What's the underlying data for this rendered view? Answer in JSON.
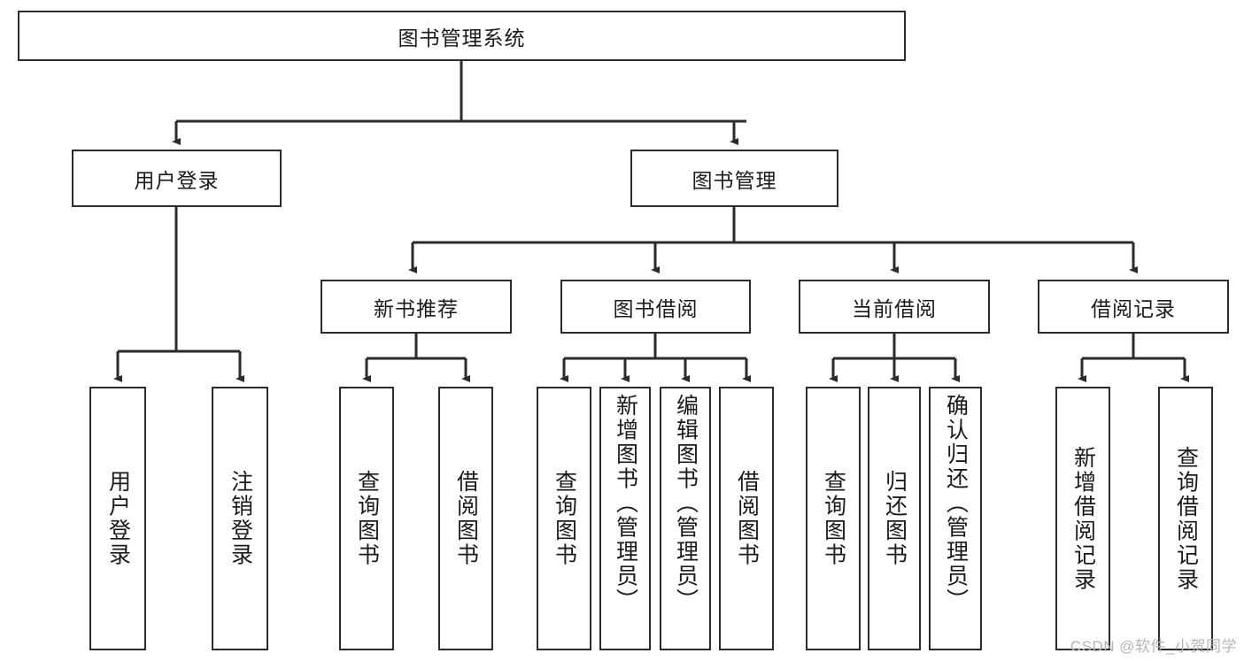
{
  "diagram": {
    "type": "tree",
    "title": "图书管理系统",
    "watermark": "CSDN @软件_小贺同学",
    "colors": {
      "box_border": "#2b2b2b",
      "box_fill": "#ffffff",
      "line": "#2b2b2b",
      "text": "#1a1a1a",
      "watermark": "#b6b6b6"
    },
    "levels": {
      "root": {
        "label": "图书管理系统"
      },
      "level2": [
        {
          "label": "用户登录"
        },
        {
          "label": "图书管理"
        }
      ],
      "level3": [
        {
          "label": "新书推荐"
        },
        {
          "label": "图书借阅"
        },
        {
          "label": "当前借阅"
        },
        {
          "label": "借阅记录"
        }
      ],
      "leaves": [
        {
          "label": "用户登录",
          "parent": "用户登录"
        },
        {
          "label": "注销登录",
          "parent": "用户登录"
        },
        {
          "label": "查询图书",
          "parent": "新书推荐"
        },
        {
          "label": "借阅图书",
          "parent": "新书推荐"
        },
        {
          "label": "查询图书",
          "parent": "图书借阅"
        },
        {
          "label": "新增图书（管理员）",
          "parent": "图书借阅"
        },
        {
          "label": "编辑图书（管理员）",
          "parent": "图书借阅"
        },
        {
          "label": "借阅图书",
          "parent": "图书借阅"
        },
        {
          "label": "查询图书",
          "parent": "当前借阅"
        },
        {
          "label": "归还图书",
          "parent": "当前借阅"
        },
        {
          "label": "确认归还（管理员）",
          "parent": "当前借阅"
        },
        {
          "label": "新增借阅记录",
          "parent": "借阅记录"
        },
        {
          "label": "查询借阅记录",
          "parent": "借阅记录"
        }
      ]
    }
  }
}
